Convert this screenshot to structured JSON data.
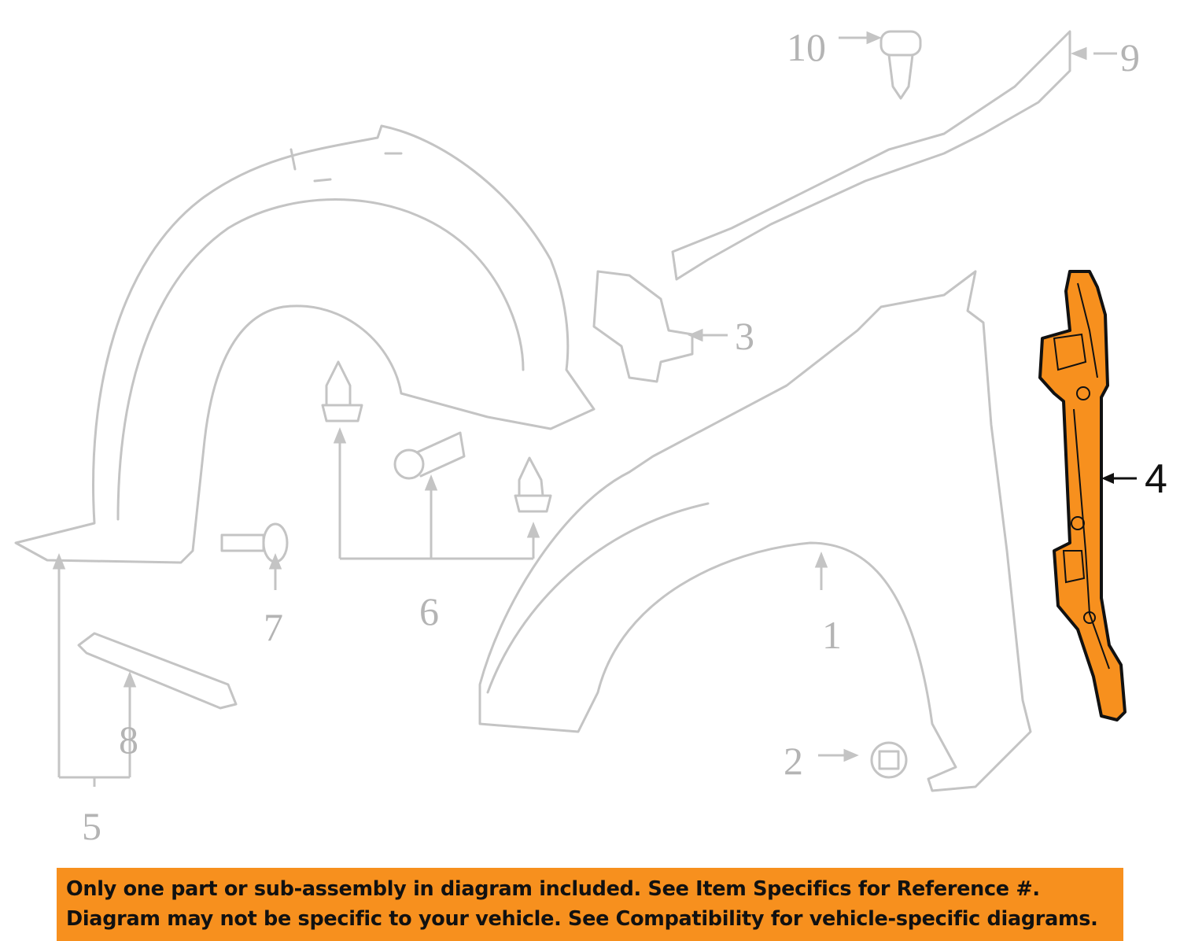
{
  "callouts": [
    {
      "number": "1",
      "state": "inactive"
    },
    {
      "number": "2",
      "state": "inactive"
    },
    {
      "number": "3",
      "state": "inactive"
    },
    {
      "number": "4",
      "state": "highlighted"
    },
    {
      "number": "5",
      "state": "inactive"
    },
    {
      "number": "6",
      "state": "inactive"
    },
    {
      "number": "7",
      "state": "inactive"
    },
    {
      "number": "8",
      "state": "inactive"
    },
    {
      "number": "9",
      "state": "inactive"
    },
    {
      "number": "10",
      "state": "inactive"
    }
  ],
  "banner": {
    "line1": "Only one part or sub-assembly in diagram included. See Item Specifics for Reference #.",
    "line2": "Diagram may not be specific to your vehicle. See Compatibility for vehicle-specific diagrams."
  },
  "colors": {
    "highlight": "#f7901e",
    "banner": "#f7901e",
    "inactive_line": "#c4c4c4"
  }
}
